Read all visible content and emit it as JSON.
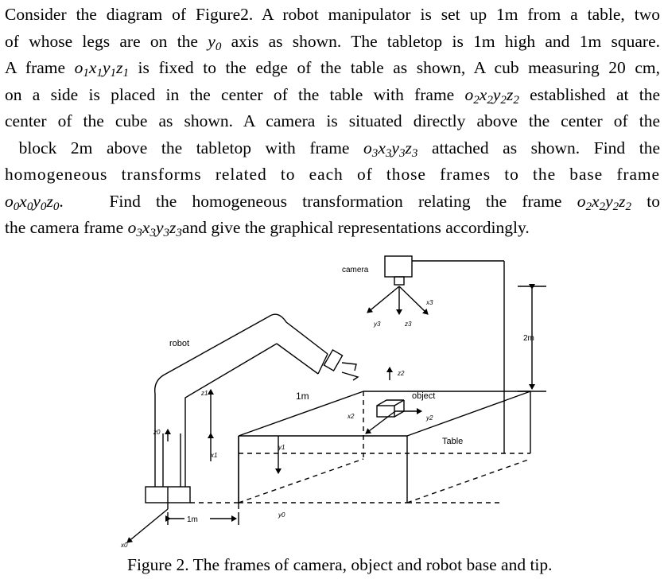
{
  "problem": {
    "l1": "Consider the diagram of Figure2. A robot manipulator is set up 1m from a table, two",
    "l2a": "of whose legs are on the",
    "l2b": "axis as shown.  The tabletop is 1m high and 1m square.",
    "l3a": "A frame",
    "l3b": "is fixed to the edge of the table as shown, A cub measuring 20 cm,",
    "l4a": "on  a side is placed in the center of the table with frame",
    "l4b": "established at the",
    "l5": "center of the cube as shown. A camera is situated directly above the center of the",
    "l6a": "block 2m above the tabletop with frame",
    "l6b": "attached as shown. Find the",
    "l7": "homogeneous transforms related to each of those frames to the base frame",
    "l8a": "Find the homogeneous transformation relating the frame",
    "l8b": "to",
    "l9a": "the camera frame",
    "l9b": "and give the graphical representations accordingly.",
    "y0": "y0",
    "frame1": "o1x1y1z1",
    "frame2": "o2x2y2z2",
    "frame3": "o3x3y3z3",
    "frame0": "o0x0y0z0"
  },
  "figure": {
    "camera": "camera",
    "robot": "robot",
    "object": "object",
    "table": "Table",
    "dim_2m": "2m",
    "dim_1m_top": "1m",
    "dim_1m_bottom": "1m",
    "x0": "x0",
    "y0": "y0",
    "z0": "z0",
    "x1": "x1",
    "y1": "y1",
    "z1": "z1",
    "x2": "x2",
    "y2": "y2",
    "z2": "z2",
    "x3": "x3",
    "y3": "y3",
    "z3": "z3"
  },
  "caption": "Figure 2.  The frames of camera, object and robot base and tip."
}
